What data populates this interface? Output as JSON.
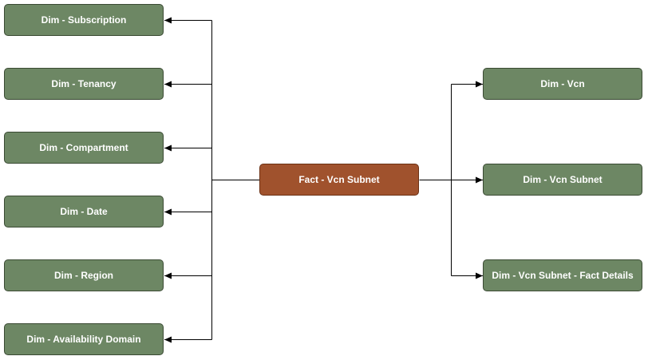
{
  "colors": {
    "dimension_fill": "#6d8764",
    "fact_fill": "#a0522d",
    "connector": "#000000",
    "text": "#ffffff"
  },
  "fact": {
    "label": "Fact - Vcn Subnet"
  },
  "left_dimensions": [
    {
      "label": "Dim - Subscription"
    },
    {
      "label": "Dim - Tenancy"
    },
    {
      "label": "Dim - Compartment"
    },
    {
      "label": "Dim - Date"
    },
    {
      "label": "Dim - Region"
    },
    {
      "label": "Dim - Availability Domain"
    }
  ],
  "right_dimensions": [
    {
      "label": "Dim - Vcn"
    },
    {
      "label": "Dim - Vcn Subnet"
    },
    {
      "label": "Dim - Vcn Subnet - Fact Details"
    }
  ]
}
